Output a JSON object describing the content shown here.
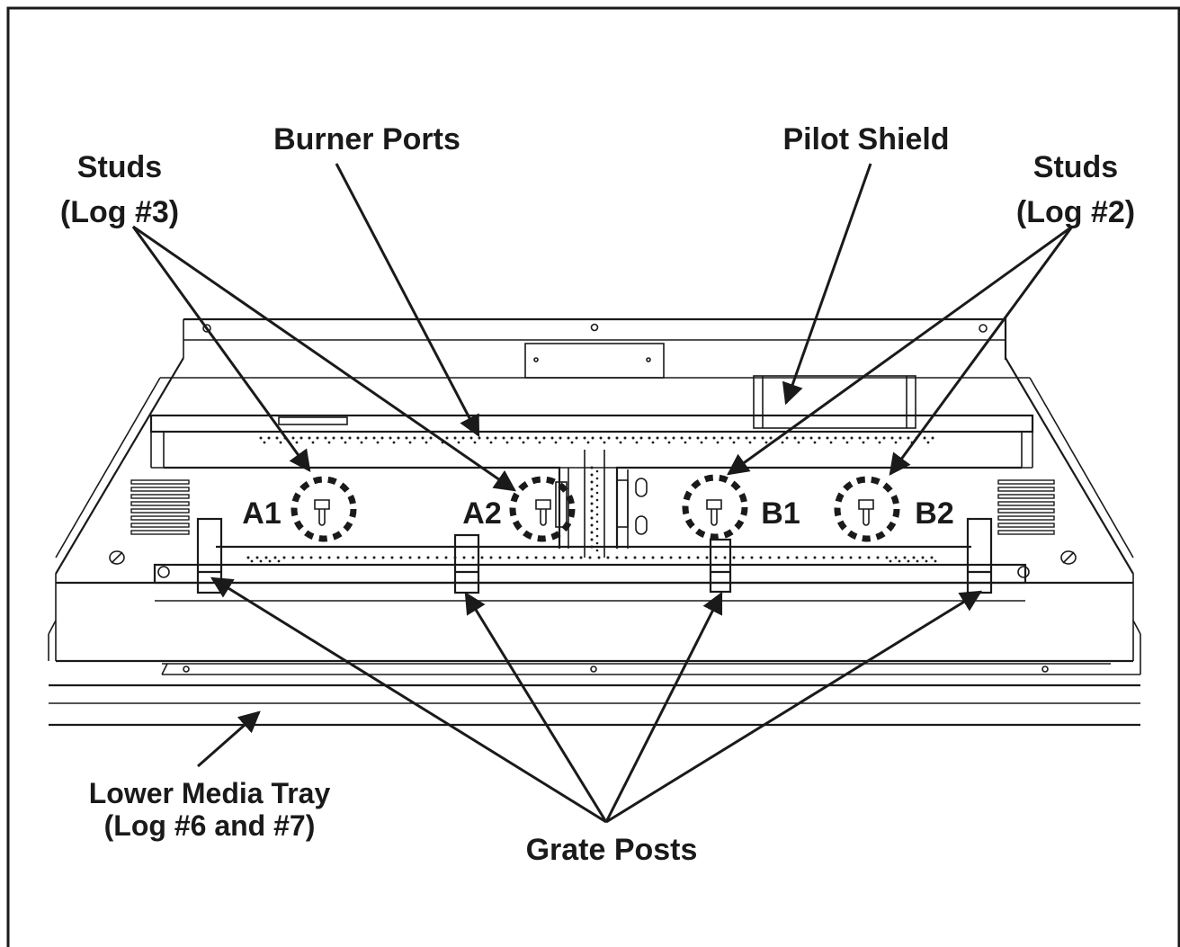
{
  "labels": {
    "studs_left_1": "Studs",
    "studs_left_2": "(Log #3)",
    "burner_ports": "Burner Ports",
    "pilot_shield": "Pilot Shield",
    "studs_right_1": "Studs",
    "studs_right_2": "(Log #2)",
    "a1": "A1",
    "a2": "A2",
    "b1": "B1",
    "b2": "B2",
    "lower_tray_1": "Lower Media Tray",
    "lower_tray_2": "(Log #6 and #7)",
    "grate_posts": "Grate Posts"
  },
  "colors": {
    "ink": "#1a1a1a",
    "background": "#ffffff"
  }
}
